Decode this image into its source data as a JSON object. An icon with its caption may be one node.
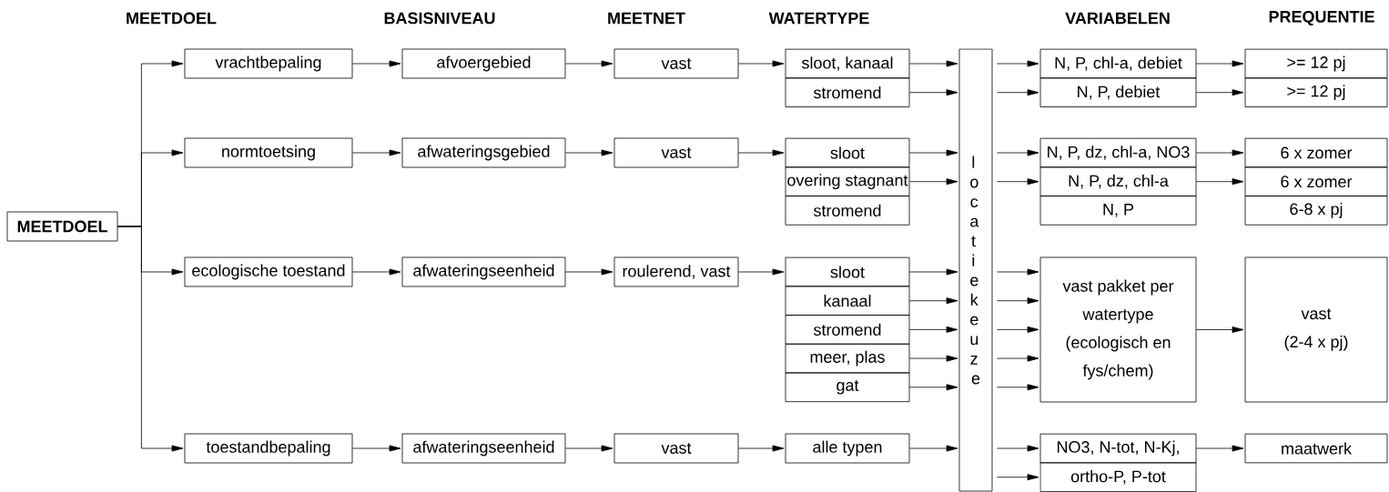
{
  "diagram": {
    "nodes": [
      {
        "text": [
          "MEETDOEL"
        ]
      },
      {
        "text": [
          "vrachtbepaling"
        ]
      },
      {
        "text": [
          "normtoetsing"
        ]
      },
      {
        "text": [
          "ecologische toestand"
        ]
      },
      {
        "text": [
          "toestandbepaling"
        ]
      },
      {
        "text": [
          "afvoergebied"
        ]
      },
      {
        "text": [
          "afwateringsgebied"
        ]
      },
      {
        "text": [
          "afwateringseenheid"
        ]
      },
      {
        "text": [
          "afwateringseenheid"
        ]
      },
      {
        "text": [
          "vast"
        ]
      },
      {
        "text": [
          "vast"
        ]
      },
      {
        "text": [
          "roulerend, vast"
        ]
      },
      {
        "text": [
          "vast"
        ]
      },
      {
        "text": [
          "sloot, kanaal"
        ]
      },
      {
        "text": [
          "stromend"
        ]
      },
      {
        "text": [
          "sloot"
        ]
      },
      {
        "text": [
          "overing stagnant"
        ]
      },
      {
        "text": [
          "stromend"
        ]
      },
      {
        "text": [
          "sloot"
        ]
      },
      {
        "text": [
          "kanaal"
        ]
      },
      {
        "text": [
          "stromend"
        ]
      },
      {
        "text": [
          "meer, plas"
        ]
      },
      {
        "text": [
          "gat"
        ]
      },
      {
        "text": [
          "alle typen"
        ]
      },
      {
        "text": [
          "locatiekeuze"
        ]
      },
      {
        "text": [
          "N, P, chl-a, debiet"
        ]
      },
      {
        "text": [
          "N, P, debiet"
        ]
      },
      {
        "text": [
          "N, P, dz, chl-a, NO3"
        ]
      },
      {
        "text": [
          "N, P, dz, chl-a"
        ]
      },
      {
        "text": [
          "N, P"
        ]
      },
      {
        "text": [
          "vast pakket per watertype (ecologisch en fys/chem)"
        ]
      },
      {
        "text": [
          "NO3, N-tot, N-Kj,"
        ]
      },
      {
        "text": [
          "ortho-P, P-tot"
        ]
      },
      {
        "text": [
          ">= 12 pj"
        ]
      },
      {
        "text": [
          ">= 12 pj"
        ]
      },
      {
        "text": [
          "6 x zomer"
        ]
      },
      {
        "text": [
          "6 x zomer"
        ]
      },
      {
        "text": [
          "6-8 x pj"
        ]
      },
      {
        "text": [
          "vast (2-4 x pj)"
        ]
      },
      {
        "text": [
          "maatwerk"
        ]
      }
    ],
    "edges": [
      {
        "from": 0,
        "to": 1,
        "arrow": "to"
      },
      {
        "from": 0,
        "to": 2,
        "arrow": "to"
      },
      {
        "from": 0,
        "to": 3,
        "arrow": "to"
      },
      {
        "from": 0,
        "to": 4,
        "arrow": "to"
      },
      {
        "from": 1,
        "to": 5,
        "arrow": "to"
      },
      {
        "from": 2,
        "to": 6,
        "arrow": "to"
      },
      {
        "from": 3,
        "to": 7,
        "arrow": "to"
      },
      {
        "from": 4,
        "to": 8,
        "arrow": "to"
      },
      {
        "from": 5,
        "to": 9,
        "arrow": "to"
      },
      {
        "from": 6,
        "to": 10,
        "arrow": "to"
      },
      {
        "from": 7,
        "to": 11,
        "arrow": "to"
      },
      {
        "from": 8,
        "to": 12,
        "arrow": "to"
      },
      {
        "from": 9,
        "to": 13,
        "arrow": "to"
      },
      {
        "from": 10,
        "to": 15,
        "arrow": "to"
      },
      {
        "from": 11,
        "to": 18,
        "arrow": "to"
      },
      {
        "from": 12,
        "to": 23,
        "arrow": "to"
      },
      {
        "from": 13,
        "to": 24,
        "arrow": "to"
      },
      {
        "from": 14,
        "to": 24,
        "arrow": "to"
      },
      {
        "from": 15,
        "to": 24,
        "arrow": "to"
      },
      {
        "from": 16,
        "to": 24,
        "arrow": "to"
      },
      {
        "from": 18,
        "to": 24,
        "arrow": "to"
      },
      {
        "from": 19,
        "to": 24,
        "arrow": "to"
      },
      {
        "from": 20,
        "to": 24,
        "arrow": "to"
      },
      {
        "from": 21,
        "to": 24,
        "arrow": "to"
      },
      {
        "from": 22,
        "to": 24,
        "arrow": "to"
      },
      {
        "from": 23,
        "to": 24,
        "arrow": "to"
      },
      {
        "from": 24,
        "to": 25,
        "arrow": "to"
      },
      {
        "from": 24,
        "to": 26,
        "arrow": "to"
      },
      {
        "from": 24,
        "to": 27,
        "arrow": "to"
      },
      {
        "from": 24,
        "to": 28,
        "arrow": "to"
      },
      {
        "from": 24,
        "to": 30,
        "arrow": "to"
      },
      {
        "from": 24,
        "to": 30,
        "arrow": "to"
      },
      {
        "from": 24,
        "to": 30,
        "arrow": "to"
      },
      {
        "from": 24,
        "to": 30,
        "arrow": "to"
      },
      {
        "from": 24,
        "to": 30,
        "arrow": "to"
      },
      {
        "from": 24,
        "to": 31,
        "arrow": "to"
      },
      {
        "from": 24,
        "to": 32,
        "arrow": "to"
      },
      {
        "from": 25,
        "to": 33,
        "arrow": "to"
      },
      {
        "from": 26,
        "to": 34,
        "arrow": "to"
      },
      {
        "from": 27,
        "to": 35,
        "arrow": "to"
      },
      {
        "from": 28,
        "to": 36,
        "arrow": "to"
      },
      {
        "from": 30,
        "to": 38,
        "arrow": "to"
      },
      {
        "from": 31,
        "to": 39,
        "arrow": "to"
      }
    ],
    "labels": [
      "MEETDOEL",
      "BASISNIVEAU",
      "MEETNET",
      "WATERTYPE",
      "VARIABELEN",
      "PREQUENTIE"
    ]
  }
}
